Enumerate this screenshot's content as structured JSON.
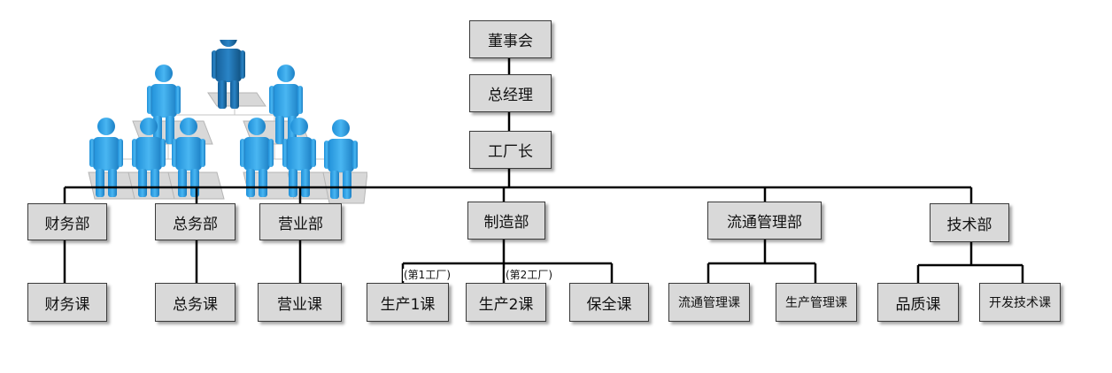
{
  "org_chart": {
    "top": {
      "board": "董事会",
      "general_manager": "总经理",
      "factory_director": "工厂长"
    },
    "departments": {
      "finance": {
        "name": "财务部",
        "sections": [
          "财务课"
        ]
      },
      "general_affairs": {
        "name": "总务部",
        "sections": [
          "总务课"
        ]
      },
      "sales": {
        "name": "营业部",
        "sections": [
          "营业课"
        ]
      },
      "manufacturing": {
        "name": "制造部",
        "sections": [
          "生产1课",
          "生产2课",
          "保全课"
        ],
        "notes": [
          "(第1工厂)",
          "(第2工厂)"
        ]
      },
      "distribution": {
        "name": "流通管理部",
        "sections": [
          "流通管理课",
          "生产管理课"
        ]
      },
      "technology": {
        "name": "技术部",
        "sections": [
          "品质课",
          "开发技术课"
        ]
      }
    }
  },
  "colors": {
    "box_fill": "#d9d9d9",
    "box_border": "#3a3a3a",
    "line": "#000000",
    "figure": "#2e9be0"
  },
  "icons": {
    "illustration": "people-hierarchy-icon"
  }
}
